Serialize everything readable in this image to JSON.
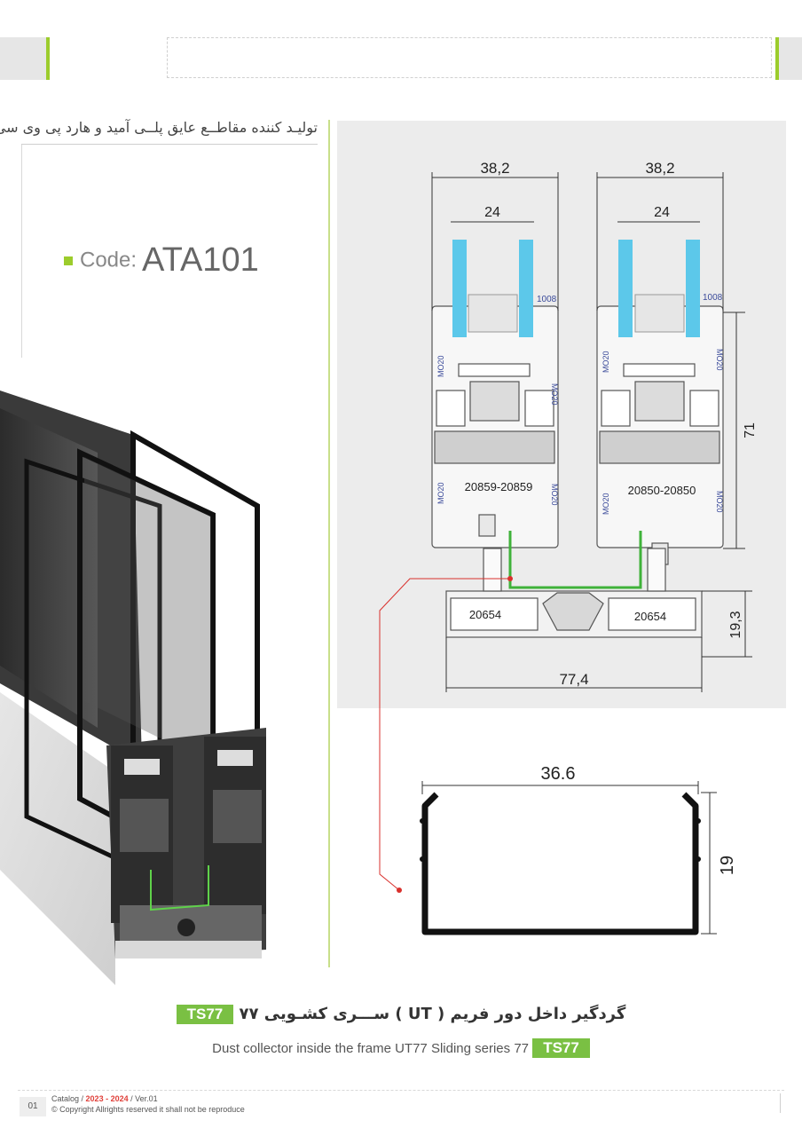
{
  "header": {
    "persian_tagline": "تولیـد کننده مقاطــع عایق پلــی آمید و هارد پی وی سی"
  },
  "product": {
    "code_label": "Code:",
    "code_value": "ATA101"
  },
  "drawing": {
    "dim_left_width": "38,2",
    "dim_right_width": "38,2",
    "dim_left_glass": "24",
    "dim_right_glass": "24",
    "gasket_left": "1008",
    "gasket_right": "1008",
    "mo20_label": "MO20",
    "sash_left_code": "20859-20859",
    "sash_right_code": "20850-20850",
    "dim_sash_height": "71",
    "frame_left_code": "20654",
    "frame_right_code": "20654",
    "dim_frame_height": "19,3",
    "dim_frame_width": "77,4",
    "collector_width": "36.6",
    "collector_height": "19"
  },
  "caption": {
    "fa_title": "گردگیر داخل دور فریم ( UT ) ســـری کشـویی ۷۷",
    "fa_badge": "TS77",
    "en_title": "Dust collector inside the frame UT77 Sliding series 77",
    "en_badge": "TS77"
  },
  "footer": {
    "page_number": "01",
    "catalog_label": "Catalog /",
    "years": "2023 - 2024",
    "version": "/ Ver.01",
    "copyright": "© Copyright Allrights reserved it shall not be reproduce"
  },
  "colors": {
    "accent_green": "#9ccc2c",
    "badge_green": "#7ac043",
    "glass_blue": "#5cc8ea",
    "leader_red": "#d9302c",
    "dust_green": "#3fb23a"
  }
}
